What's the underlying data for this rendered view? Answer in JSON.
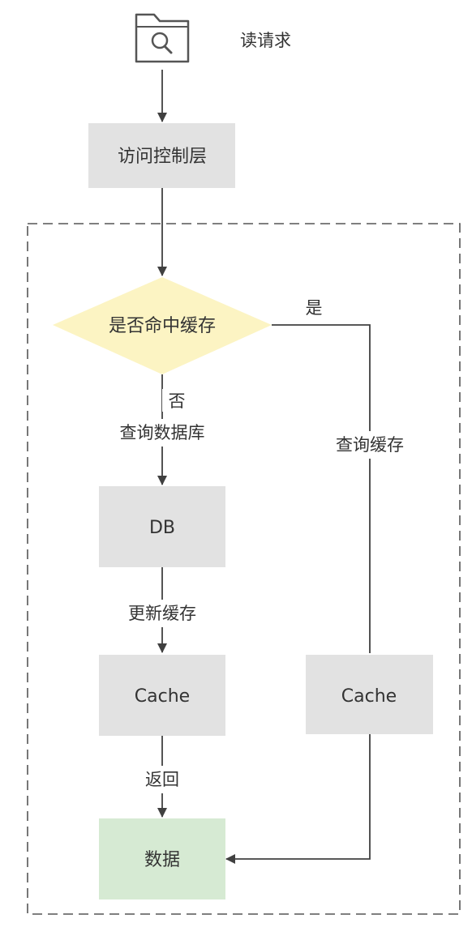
{
  "colors": {
    "box_fill": "#e2e2e2",
    "decision_fill": "#fcf4c3",
    "result_fill": "#d6ead3",
    "line": "#404040",
    "dashed_border": "#555555"
  },
  "start": {
    "icon": "folder-search-icon",
    "label": "读请求"
  },
  "nodes": {
    "access_layer": "访问控制层",
    "decision": "是否命中缓存",
    "db": "DB",
    "cache_left": "Cache",
    "cache_right": "Cache",
    "data": "数据"
  },
  "edges": {
    "no": "否",
    "query_db": "查询数据库",
    "yes": "是",
    "query_cache": "查询缓存",
    "update_cache": "更新缓存",
    "return": "返回"
  }
}
